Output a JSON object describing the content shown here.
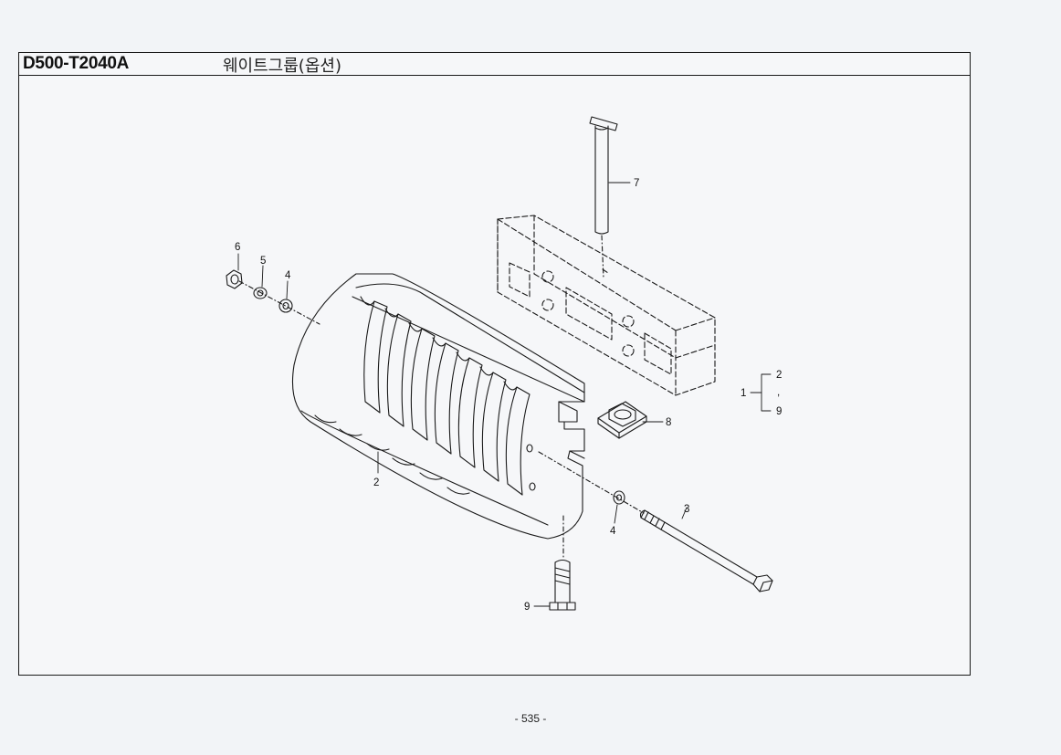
{
  "header": {
    "code": "D500-T2040A",
    "title": "웨이트그룹(옵션)"
  },
  "callouts": {
    "c7": "7",
    "c6": "6",
    "c5": "5",
    "c4a": "4",
    "c2a": "2",
    "c1": "1",
    "c2b": "2",
    "c_sep": ",",
    "c9a": "9",
    "c8": "8",
    "c3": "3",
    "c4b": "4",
    "c9b": "9"
  },
  "footer": {
    "page": "- 535 -"
  }
}
